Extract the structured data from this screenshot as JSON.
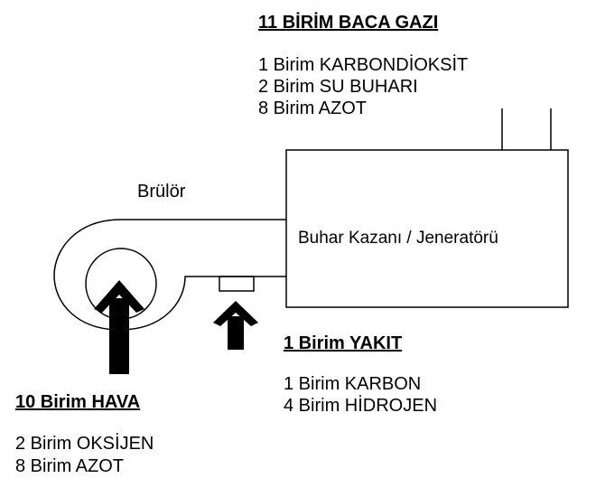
{
  "flue_gas": {
    "title": "11 BİRİM BACA GAZI",
    "lines": [
      "1 Birim KARBONDİOKSİT",
      "2 Birim SU BUHARI",
      "8 Birim AZOT"
    ]
  },
  "burner": {
    "label": "Brülör"
  },
  "boiler": {
    "label": "Buhar Kazanı / Jeneratörü"
  },
  "fuel": {
    "title": "1 Birim YAKIT",
    "lines": [
      "1 Birim KARBON",
      "4 Birim HİDROJEN"
    ]
  },
  "air": {
    "title": "10 Birim HAVA",
    "lines": [
      "2 Birim OKSİJEN",
      "8 Birim AZOT"
    ]
  },
  "colors": {
    "line": "#000000",
    "background": "#ffffff"
  }
}
